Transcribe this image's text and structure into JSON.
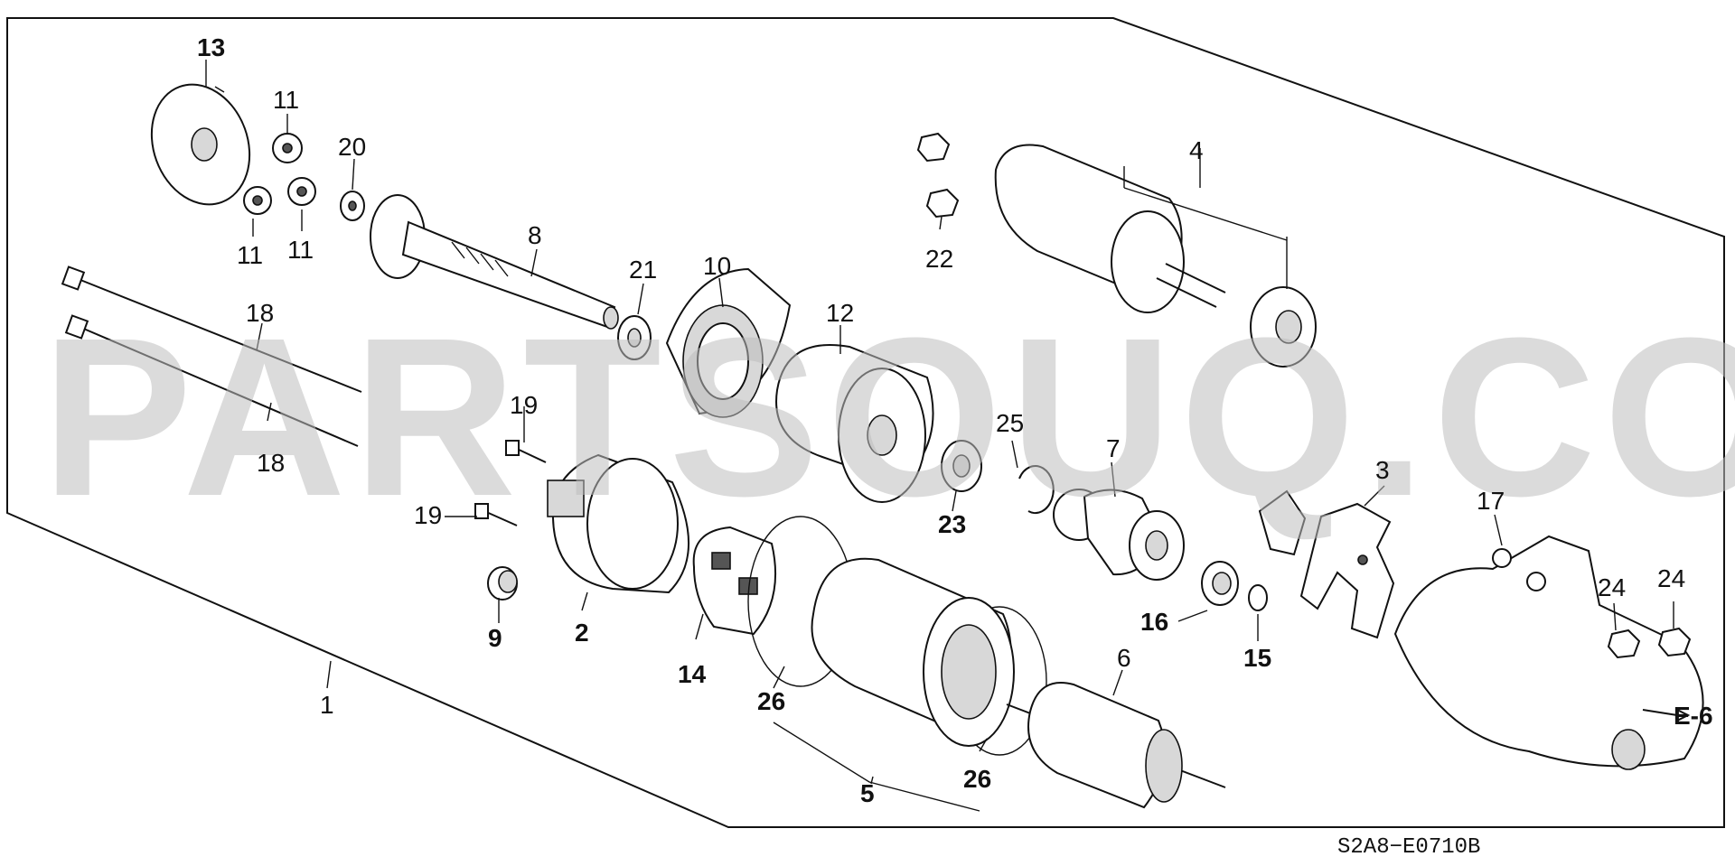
{
  "watermark": "PARTSOUQ.COM",
  "diagram_code": "S2A8−E0710B",
  "reference": "E-6",
  "callouts": {
    "c1": "1",
    "c2": "2",
    "c3": "3",
    "c4": "4",
    "c5": "5",
    "c6": "6",
    "c7": "7",
    "c8": "8",
    "c9": "9",
    "c10": "10",
    "c11a": "11",
    "c11b": "11",
    "c11c": "11",
    "c12": "12",
    "c13": "13",
    "c14": "14",
    "c15": "15",
    "c16": "16",
    "c17": "17",
    "c18a": "18",
    "c18b": "18",
    "c19a": "19",
    "c19b": "19",
    "c20": "20",
    "c21": "21",
    "c22": "22",
    "c23": "23",
    "c24a": "24",
    "c24b": "24",
    "c25": "25",
    "c26a": "26",
    "c26b": "26"
  },
  "colors": {
    "line": "#111111",
    "watermark": "#bdbdbd",
    "background": "#ffffff"
  }
}
